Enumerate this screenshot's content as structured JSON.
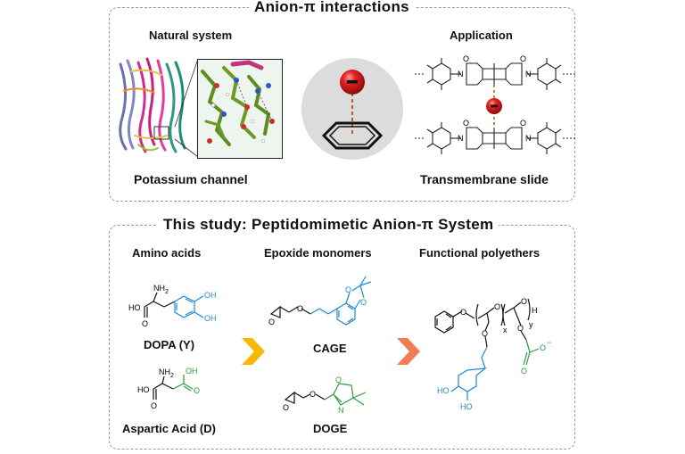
{
  "top_panel": {
    "title": "Anion-π interactions",
    "natural_system": "Natural system",
    "application": "Application",
    "potassium_channel": "Potassium channel",
    "transmembrane_slide": "Transmembrane slide",
    "anion_sign": "−"
  },
  "bottom_panel": {
    "title": "This study: Peptidomimetic Anion-π System",
    "amino_acids": "Amino acids",
    "epoxide_monomers": "Epoxide monomers",
    "functional_polyethers": "Functional polyethers",
    "dopa": "DOPA (Y)",
    "aspartic": "Aspartic Acid (D)",
    "cage": "CAGE",
    "doge": "DOGE"
  },
  "chem_labels": {
    "nh2": "NH",
    "nh2_sub": "2",
    "ho": "HO",
    "oh": "OH",
    "o": "O",
    "n": "N",
    "minus": "−",
    "x": "x",
    "y": "y",
    "h": "H"
  },
  "colors": {
    "blue": "#1e88d8",
    "green": "#2e9a3a",
    "arrow_yellow": "#f6b900",
    "arrow_orange": "#f07e52",
    "anion_red": "#d81f1f"
  }
}
